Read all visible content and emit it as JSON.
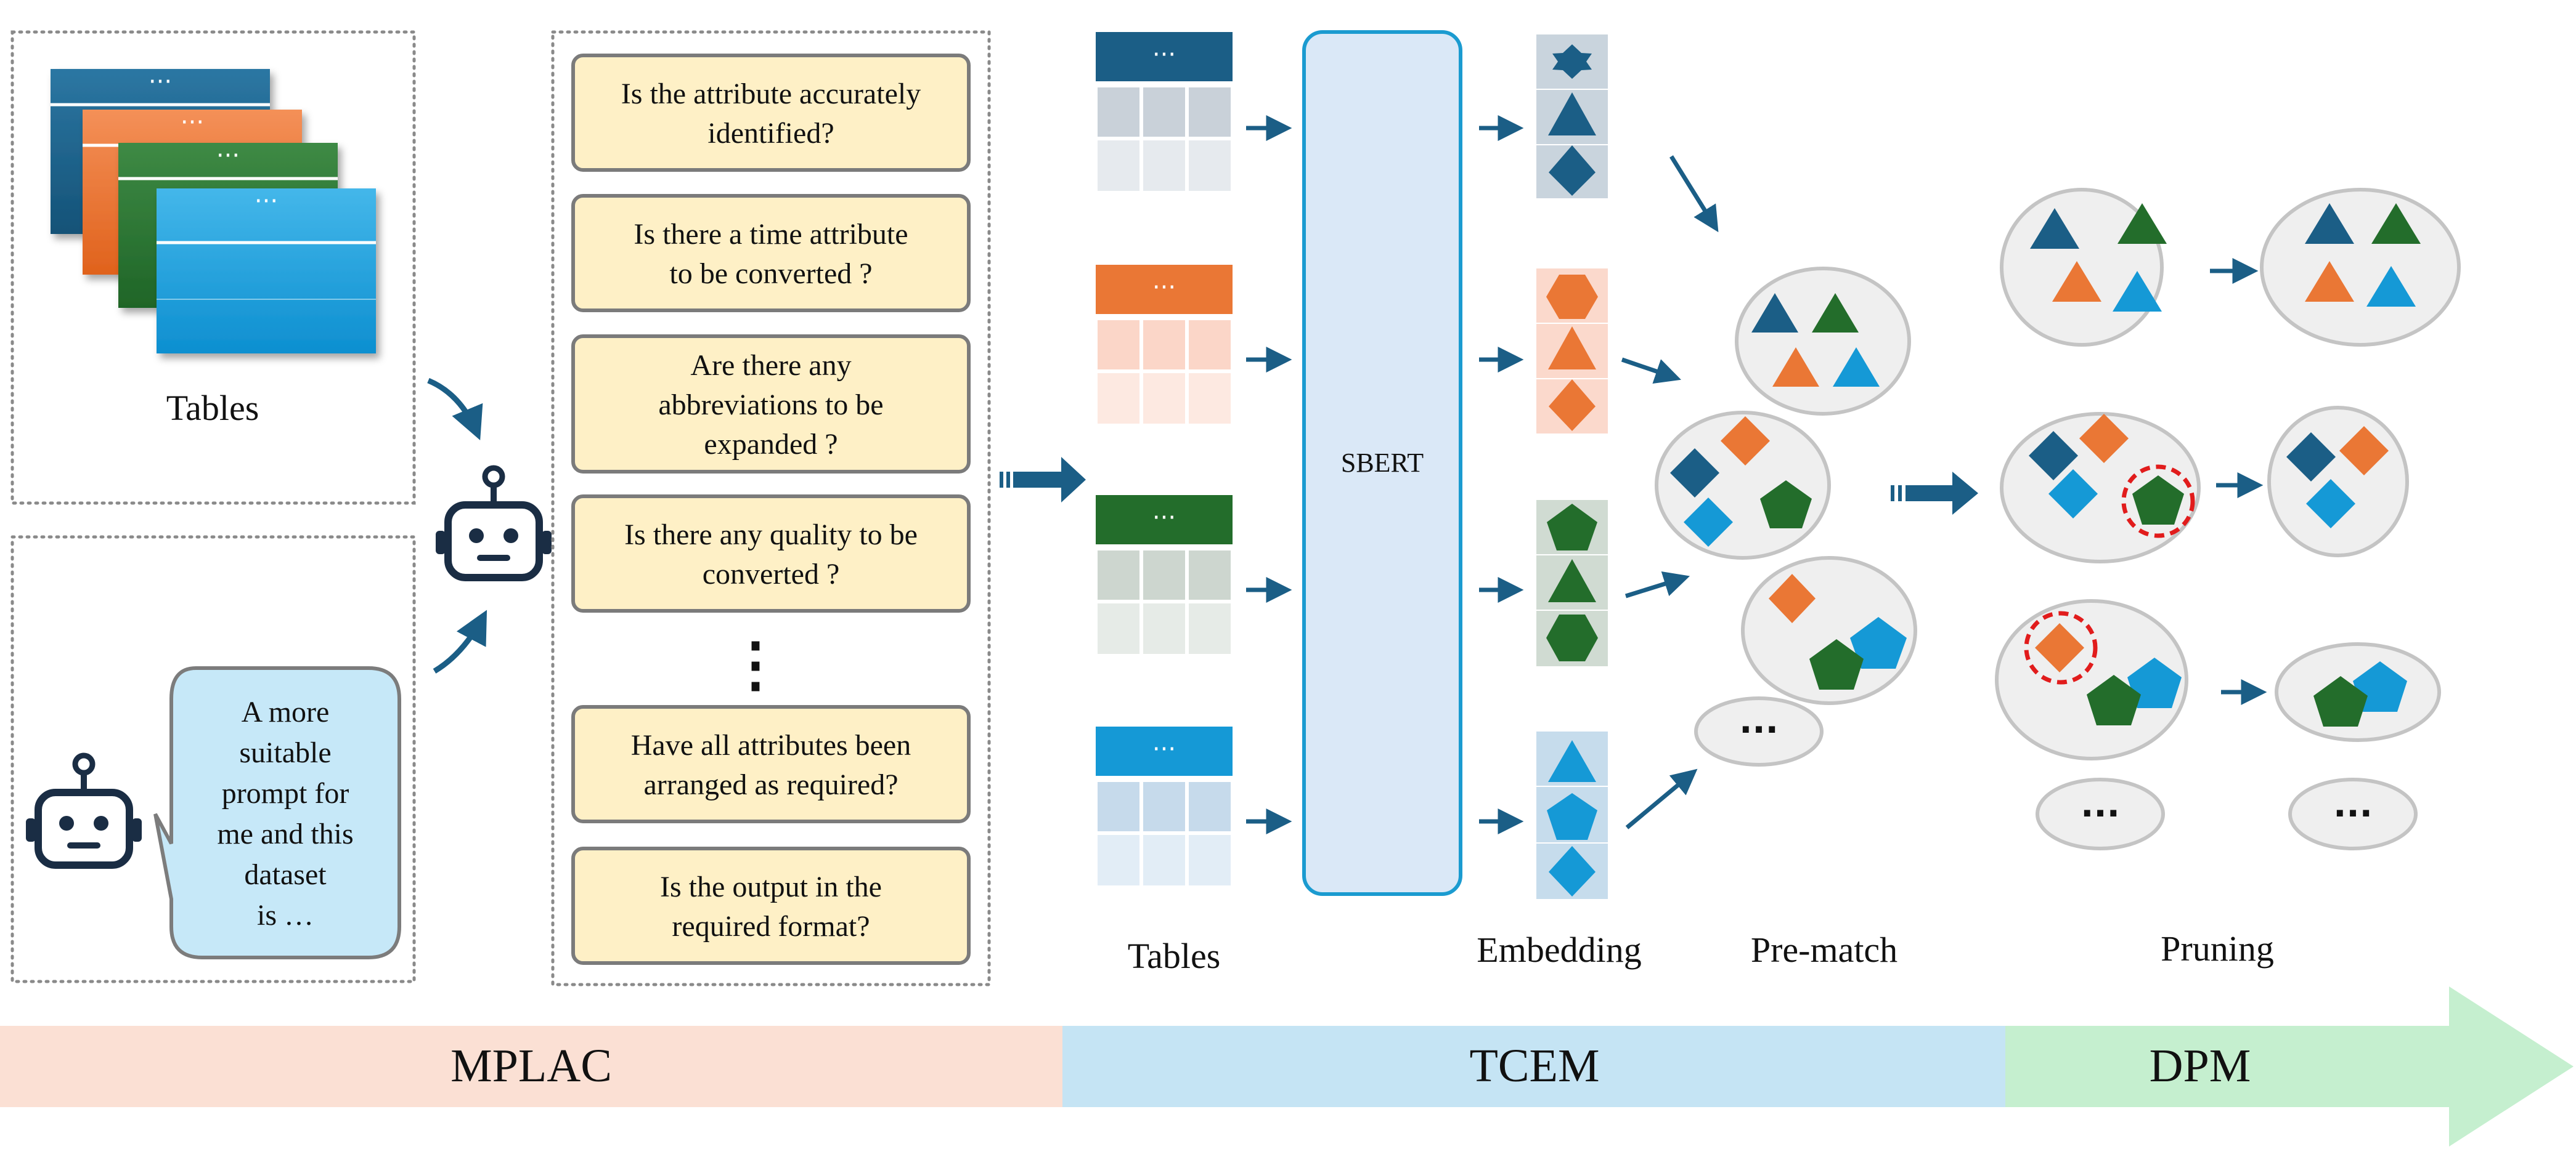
{
  "colors": {
    "navy": "#1b5e86",
    "orange": "#ea7735",
    "green": "#236d2b",
    "sky": "#1599d6",
    "question_fill": "#fef0c6",
    "speech_fill": "#c6e8f8",
    "sbert_fill": "#dae8f7",
    "band_mplac": "#fbe0d4",
    "band_tcem": "#c5e4f4",
    "band_dpm": "#c5efcf",
    "cluster_fill": "#efefef",
    "prune_circle": "#e11c1c"
  },
  "left": {
    "tables_label": "Tables",
    "speech_lines": [
      "A more",
      "suitable",
      "prompt for",
      "me and this",
      "dataset",
      "is …"
    ],
    "robot_icons": [
      "robot-icon",
      "robot-icon"
    ]
  },
  "questions": [
    [
      "Is the attribute accurately",
      "identified?"
    ],
    [
      "Is there a time attribute",
      "to be converted ?"
    ],
    [
      "Are there any",
      "abbreviations to be",
      "expanded ?"
    ],
    [
      "Is there any quality to be",
      "converted ?"
    ],
    [
      "Have all attributes been",
      "arranged as required?"
    ],
    [
      "Is the output in the",
      "required format?"
    ]
  ],
  "questions_ellipsis": "⋮",
  "middle": {
    "table_header_dots": "···",
    "tables_label": "Tables",
    "sbert_label": "SBERT",
    "embedding_label": "Embedding",
    "prematch_label": "Pre-match",
    "pruning_label": "Pruning",
    "ellipsis": "···"
  },
  "bands": [
    {
      "label": "MPLAC"
    },
    {
      "label": "TCEM"
    },
    {
      "label": "DPM"
    }
  ]
}
